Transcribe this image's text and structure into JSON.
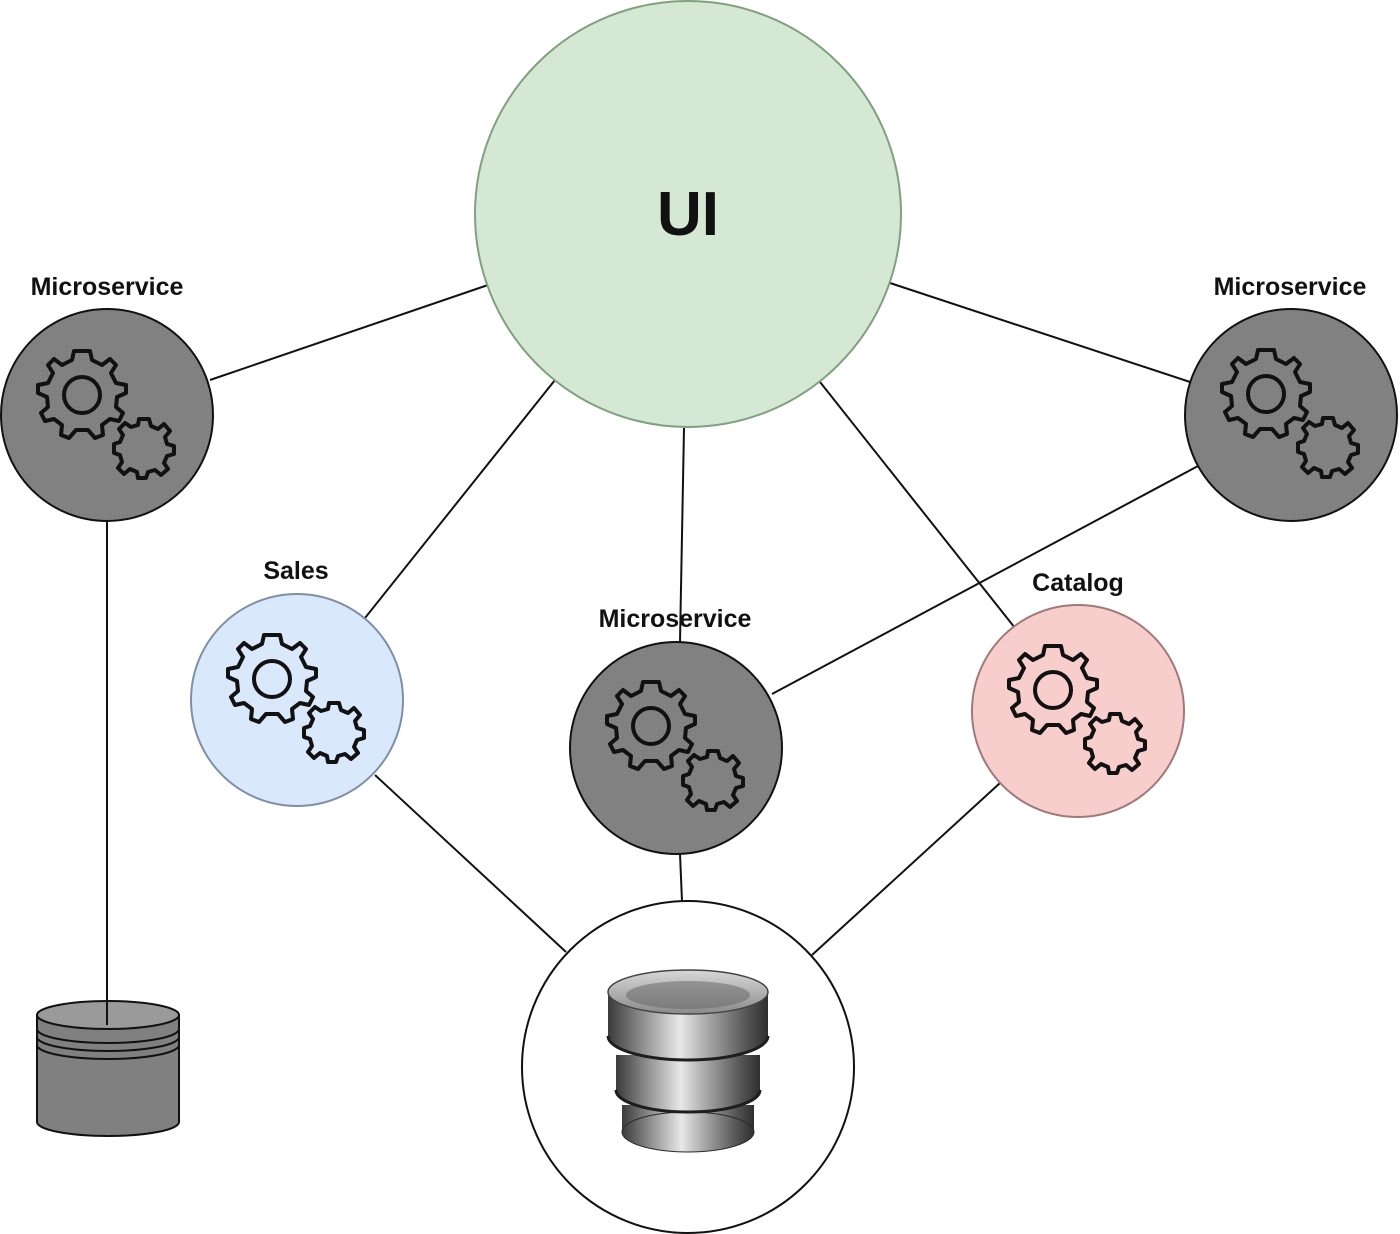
{
  "nodes": {
    "ui": {
      "label": "UI",
      "color": "#d5e8d4"
    },
    "ms_left": {
      "label": "Microservice",
      "color": "#808080",
      "icon": "gears-icon"
    },
    "ms_right": {
      "label": "Microservice",
      "color": "#808080",
      "icon": "gears-icon"
    },
    "ms_center": {
      "label": "Microservice",
      "color": "#808080",
      "icon": "gears-icon"
    },
    "sales": {
      "label": "Sales",
      "color": "#dae8fc",
      "icon": "gears-icon"
    },
    "catalog": {
      "label": "Catalog",
      "color": "#f8cecc",
      "icon": "gears-icon"
    },
    "shared_db": {
      "color": "#ffffff",
      "icon": "database-icon"
    },
    "left_db": {
      "color": "#808080",
      "icon": "database-cylinder-icon"
    }
  },
  "edges": [
    [
      "ui",
      "ms_left"
    ],
    [
      "ui",
      "ms_right"
    ],
    [
      "ui",
      "sales"
    ],
    [
      "ui",
      "ms_center"
    ],
    [
      "ui",
      "catalog"
    ],
    [
      "ms_right",
      "ms_center"
    ],
    [
      "ms_left",
      "left_db"
    ],
    [
      "sales",
      "shared_db"
    ],
    [
      "ms_center",
      "shared_db"
    ],
    [
      "catalog",
      "shared_db"
    ]
  ]
}
